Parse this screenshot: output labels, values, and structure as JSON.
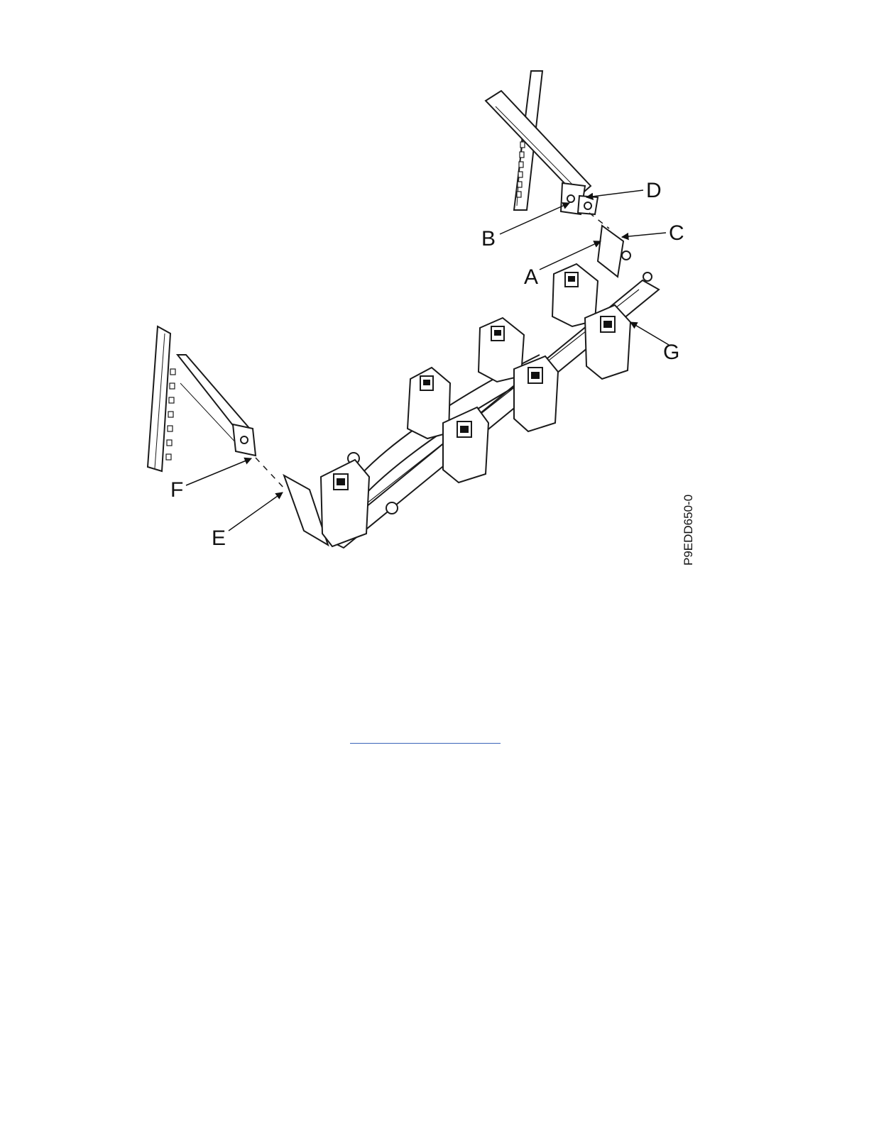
{
  "figure": {
    "figure_id": "P9EDD650-0",
    "callouts": {
      "A": "A",
      "B": "B",
      "C": "C",
      "D": "D",
      "E": "E",
      "F": "F",
      "G": "G"
    }
  },
  "colors": {
    "line": "#1a1a1a",
    "link_underline": "#3a64b8"
  }
}
